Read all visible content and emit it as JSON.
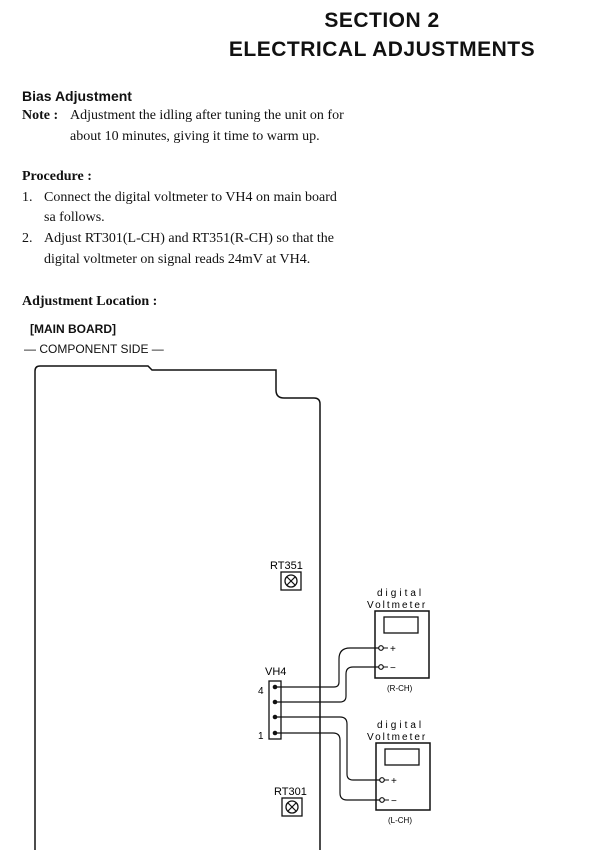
{
  "section": {
    "number_label": "SECTION 2",
    "title": "ELECTRICAL ADJUSTMENTS"
  },
  "bias": {
    "heading": "Bias Adjustment",
    "note_label": "Note :",
    "note_line1": "Adjustment the idling after tuning the unit on for",
    "note_line2": "about 10 minutes, giving it time to warm up."
  },
  "procedure": {
    "heading": "Procedure :",
    "steps": [
      {
        "num": "1.",
        "line1": "Connect the digital voltmeter to VH4 on main board",
        "line2": "sa follows."
      },
      {
        "num": "2.",
        "line1": "Adjust RT301(L-CH) and RT351(R-CH) so that the",
        "line2": "digital voltmeter on signal reads 24mV at VH4."
      }
    ]
  },
  "location": {
    "heading": "Adjustment Location :",
    "board_label": "[MAIN BOARD]",
    "side_label": "— COMPONENT SIDE —"
  },
  "diagram": {
    "rt351": "RT351",
    "rt301": "RT301",
    "vh4": "VH4",
    "pin_top": "4",
    "pin_bottom": "1",
    "meter_r": {
      "line1": "digital",
      "line2": "Voltmeter",
      "plus": "+",
      "minus": "−",
      "channel": "(R-CH)"
    },
    "meter_l": {
      "line1": "digital",
      "line2": "Voltmeter",
      "plus": "+",
      "minus": "−",
      "channel": "(L-CH)"
    }
  }
}
